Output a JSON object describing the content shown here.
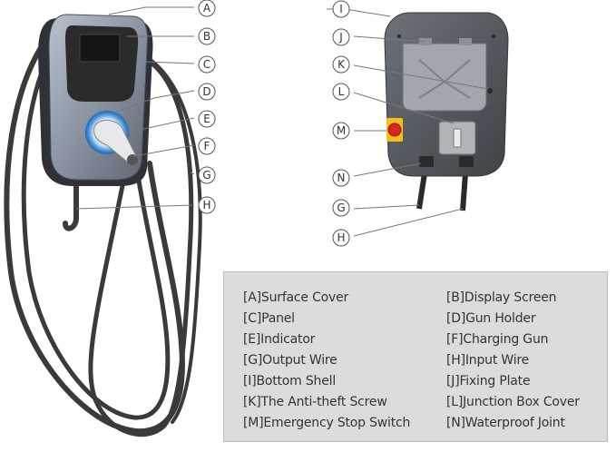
{
  "callouts_left": [
    "A",
    "B",
    "C",
    "D",
    "E",
    "F",
    "G",
    "H"
  ],
  "callouts_right": [
    "I",
    "J",
    "K",
    "L",
    "M",
    "N",
    "G",
    "H"
  ],
  "legend": {
    "items": [
      "[A]Surface Cover",
      "[B]Display Screen",
      "[C]Panel",
      "[D]Gun Holder",
      "[E]Indicator",
      "[F]Charging Gun",
      "[G]Output Wire",
      "[H]Input Wire",
      "[I]Bottom Shell",
      "[J]Fixing Plate",
      "[K]The Anti-theft Screw",
      "[L]Junction Box Cover",
      "[M]Emergency Stop Switch",
      "[N]Waterproof Joint"
    ]
  },
  "colors": {
    "shell": "#8a94a3",
    "screen": "#2b2b2b",
    "indicator_ring": "#2f7fd0",
    "back_shell": "#555a60",
    "stop_switch": "#d8281d",
    "stop_switch_base": "#f2c21a",
    "cable": "#3a3a3a",
    "legend_bg": "#dcdcdc"
  }
}
